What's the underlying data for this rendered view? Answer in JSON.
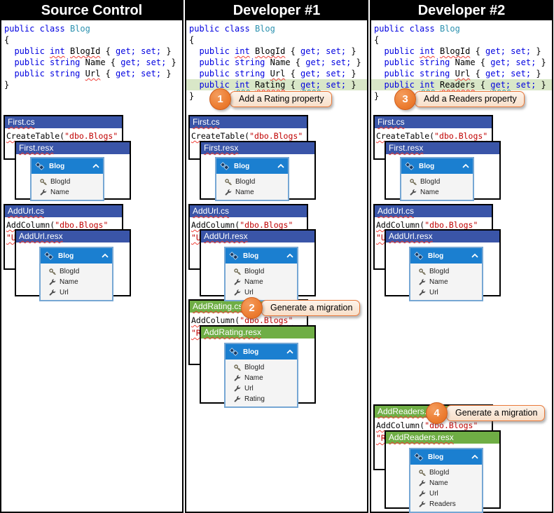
{
  "colors": {
    "column_header_bg": "#000000",
    "card_title_blue": "#3a55a8",
    "card_title_green": "#6fae45",
    "entity_table_header_blue": "#1b7fd0",
    "annotation_orange": "#ed7d31",
    "annotation_fill": "#f8dfc9",
    "code_keyword_blue": "#0000e0",
    "class_name_teal": "#2b91af",
    "string_red": "#c00000",
    "highlight_green": "#d9e7c8",
    "squiggle_red": "#ef3e36"
  },
  "columns": [
    {
      "title": "Source Control",
      "code": {
        "kw_public": "public",
        "kw_class": "class",
        "class_name": "Blog",
        "open_brace": "{",
        "close_brace": "}",
        "props": [
          {
            "kw": "public",
            "type": "int",
            "name": "BlogId",
            "open": "{",
            "get": "get;",
            "set": "set;",
            "close": "}"
          },
          {
            "kw": "public",
            "type": "string",
            "name": "Name",
            "open": "{",
            "get": "get;",
            "set": "set;",
            "close": "}"
          },
          {
            "kw": "public",
            "type": "string",
            "name": "Url",
            "open": "{",
            "get": "get;",
            "set": "set;",
            "close": "}"
          }
        ]
      },
      "cards": {
        "first_cs": {
          "filename": "First.cs",
          "fn": "CreateTable(",
          "str": "\"dbo.Blogs\""
        },
        "first_resx": {
          "filename": "First.resx",
          "table": {
            "title": "Blog",
            "chevron_icon": "chevron-up-icon",
            "entity_icon": "entity-icon",
            "rows": [
              {
                "icon": "key-icon",
                "label": "BlogId"
              },
              {
                "icon": "wrench-icon",
                "label": "Name"
              }
            ]
          }
        },
        "addurl_cs": {
          "filename": "AddUrl.cs",
          "fn": "AddColumn(",
          "str": "\"dbo.Blogs\"",
          "str2": "\"U"
        },
        "addurl_resx": {
          "filename": "AddUrl.resx",
          "table": {
            "title": "Blog",
            "chevron_icon": "chevron-up-icon",
            "entity_icon": "entity-icon",
            "rows": [
              {
                "icon": "key-icon",
                "label": "BlogId"
              },
              {
                "icon": "wrench-icon",
                "label": "Name"
              },
              {
                "icon": "wrench-icon",
                "label": "Url"
              }
            ]
          }
        }
      }
    },
    {
      "title": "Developer #1",
      "code": {
        "kw_public": "public",
        "kw_class": "class",
        "class_name": "Blog",
        "open_brace": "{",
        "close_brace": "}",
        "props": [
          {
            "kw": "public",
            "type": "int",
            "name": "BlogId",
            "open": "{",
            "get": "get;",
            "set": "set;",
            "close": "}"
          },
          {
            "kw": "public",
            "type": "string",
            "name": "Name",
            "open": "{",
            "get": "get;",
            "set": "set;",
            "close": "}"
          },
          {
            "kw": "public",
            "type": "string",
            "name": "Url",
            "open": "{",
            "get": "get;",
            "set": "set;",
            "close": "}"
          },
          {
            "kw": "public",
            "type": "int",
            "name": "Rating",
            "open": "{",
            "get": "get;",
            "set": "set;",
            "close": "}"
          }
        ]
      },
      "annotations": {
        "code_step": {
          "number": "1",
          "label": "Add a Rating property"
        },
        "migration_step": {
          "number": "2",
          "label": "Generate a migration"
        }
      },
      "cards": {
        "first_cs": {
          "filename": "First.cs",
          "fn": "CreateTable(",
          "str": "\"dbo.Blogs\""
        },
        "first_resx": {
          "filename": "First.resx",
          "table": {
            "title": "Blog",
            "chevron_icon": "chevron-up-icon",
            "entity_icon": "entity-icon",
            "rows": [
              {
                "icon": "key-icon",
                "label": "BlogId"
              },
              {
                "icon": "wrench-icon",
                "label": "Name"
              }
            ]
          }
        },
        "addurl_cs": {
          "filename": "AddUrl.cs",
          "fn": "AddColumn(",
          "str": "\"dbo.Blogs\"",
          "str2": "\"U"
        },
        "addurl_resx": {
          "filename": "AddUrl.resx",
          "table": {
            "title": "Blog",
            "chevron_icon": "chevron-up-icon",
            "entity_icon": "entity-icon",
            "rows": [
              {
                "icon": "key-icon",
                "label": "BlogId"
              },
              {
                "icon": "wrench-icon",
                "label": "Name"
              },
              {
                "icon": "wrench-icon",
                "label": "Url"
              }
            ]
          }
        },
        "migration_cs": {
          "filename": "AddRating.cs",
          "fn": "AddColumn(",
          "str": "\"dbo.Blogs\"",
          "str2": "\"R"
        },
        "migration_resx": {
          "filename": "AddRating.resx",
          "table": {
            "title": "Blog",
            "chevron_icon": "chevron-up-icon",
            "entity_icon": "entity-icon",
            "rows": [
              {
                "icon": "key-icon",
                "label": "BlogId"
              },
              {
                "icon": "wrench-icon",
                "label": "Name"
              },
              {
                "icon": "wrench-icon",
                "label": "Url"
              },
              {
                "icon": "wrench-icon",
                "label": "Rating"
              }
            ]
          }
        }
      }
    },
    {
      "title": "Developer #2",
      "code": {
        "kw_public": "public",
        "kw_class": "class",
        "class_name": "Blog",
        "open_brace": "{",
        "close_brace": "}",
        "props": [
          {
            "kw": "public",
            "type": "int",
            "name": "BlogId",
            "open": "{",
            "get": "get;",
            "set": "set;",
            "close": "}"
          },
          {
            "kw": "public",
            "type": "string",
            "name": "Name",
            "open": "{",
            "get": "get;",
            "set": "set;",
            "close": "}"
          },
          {
            "kw": "public",
            "type": "string",
            "name": "Url",
            "open": "{",
            "get": "get;",
            "set": "set;",
            "close": "}"
          },
          {
            "kw": "public",
            "type": "int",
            "name": "Readers",
            "open": "{",
            "get": "get;",
            "set": "set;",
            "close": "}"
          }
        ]
      },
      "annotations": {
        "code_step": {
          "number": "3",
          "label": "Add a Readers property"
        },
        "migration_step": {
          "number": "4",
          "label": "Generate a migration"
        }
      },
      "cards": {
        "first_cs": {
          "filename": "First.cs",
          "fn": "CreateTable(",
          "str": "\"dbo.Blogs\""
        },
        "first_resx": {
          "filename": "First.resx",
          "table": {
            "title": "Blog",
            "chevron_icon": "chevron-up-icon",
            "entity_icon": "entity-icon",
            "rows": [
              {
                "icon": "key-icon",
                "label": "BlogId"
              },
              {
                "icon": "wrench-icon",
                "label": "Name"
              }
            ]
          }
        },
        "addurl_cs": {
          "filename": "AddUrl.cs",
          "fn": "AddColumn(",
          "str": "\"dbo.Blogs\"",
          "str2": "\"U"
        },
        "addurl_resx": {
          "filename": "AddUrl.resx",
          "table": {
            "title": "Blog",
            "chevron_icon": "chevron-up-icon",
            "entity_icon": "entity-icon",
            "rows": [
              {
                "icon": "key-icon",
                "label": "BlogId"
              },
              {
                "icon": "wrench-icon",
                "label": "Name"
              },
              {
                "icon": "wrench-icon",
                "label": "Url"
              }
            ]
          }
        },
        "migration_cs": {
          "filename": "AddReaders.cs",
          "fn": "AddColumn(",
          "str": "\"dbo.Blogs\"",
          "str2": "\"R"
        },
        "migration_resx": {
          "filename": "AddReaders.resx",
          "table": {
            "title": "Blog",
            "chevron_icon": "chevron-up-icon",
            "entity_icon": "entity-icon",
            "rows": [
              {
                "icon": "key-icon",
                "label": "BlogId"
              },
              {
                "icon": "wrench-icon",
                "label": "Name"
              },
              {
                "icon": "wrench-icon",
                "label": "Url"
              },
              {
                "icon": "wrench-icon",
                "label": "Readers"
              }
            ]
          }
        }
      }
    }
  ]
}
